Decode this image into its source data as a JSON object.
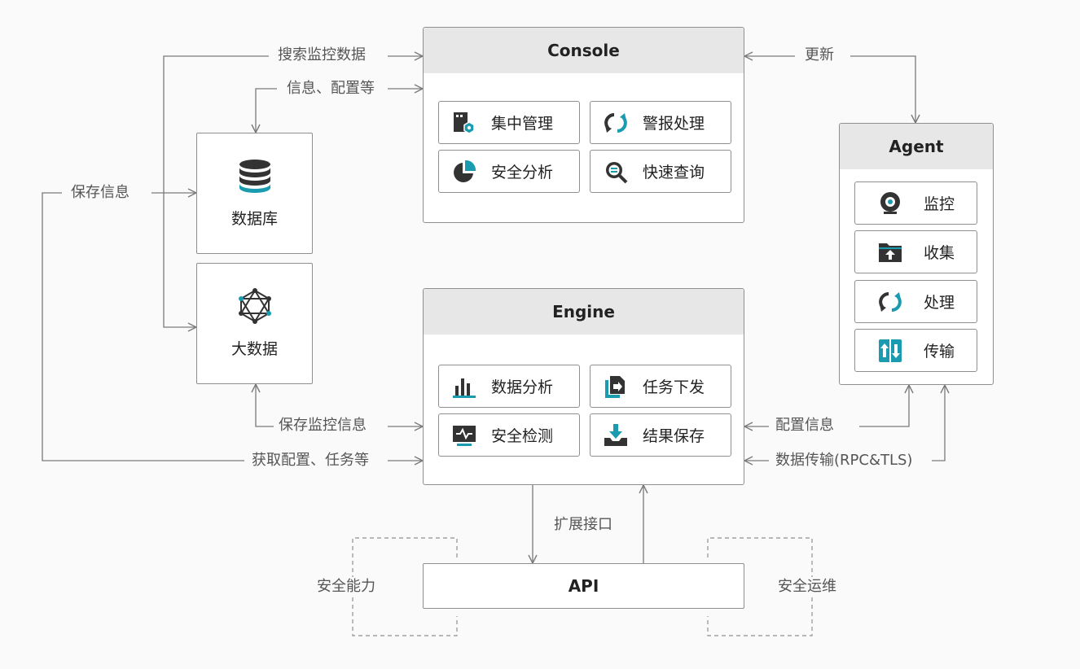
{
  "console": {
    "title": "Console",
    "items": [
      "集中管理",
      "警报处理",
      "安全分析",
      "快速查询"
    ]
  },
  "engine": {
    "title": "Engine",
    "items": [
      "数据分析",
      "任务下发",
      "安全检测",
      "结果保存"
    ]
  },
  "agent": {
    "title": "Agent",
    "items": [
      "监控",
      "收集",
      "处理",
      "传输"
    ]
  },
  "database": {
    "label": "数据库"
  },
  "bigdata": {
    "label": "大数据"
  },
  "api": {
    "label": "API"
  },
  "flows": {
    "search_monitor": "搜索监控数据",
    "info_config": "信息、配置等",
    "save_info": "保存信息",
    "save_monitor": "保存监控信息",
    "get_config": "获取配置、任务等",
    "update": "更新",
    "config_info": "配置信息",
    "data_transfer": "数据传输(RPC&TLS)",
    "ext_interface": "扩展接口",
    "security_capability": "安全能力",
    "security_ops": "安全运维"
  },
  "colors": {
    "accent": "#1a9bb0",
    "dark": "#333333",
    "line": "#7a7a7a"
  }
}
